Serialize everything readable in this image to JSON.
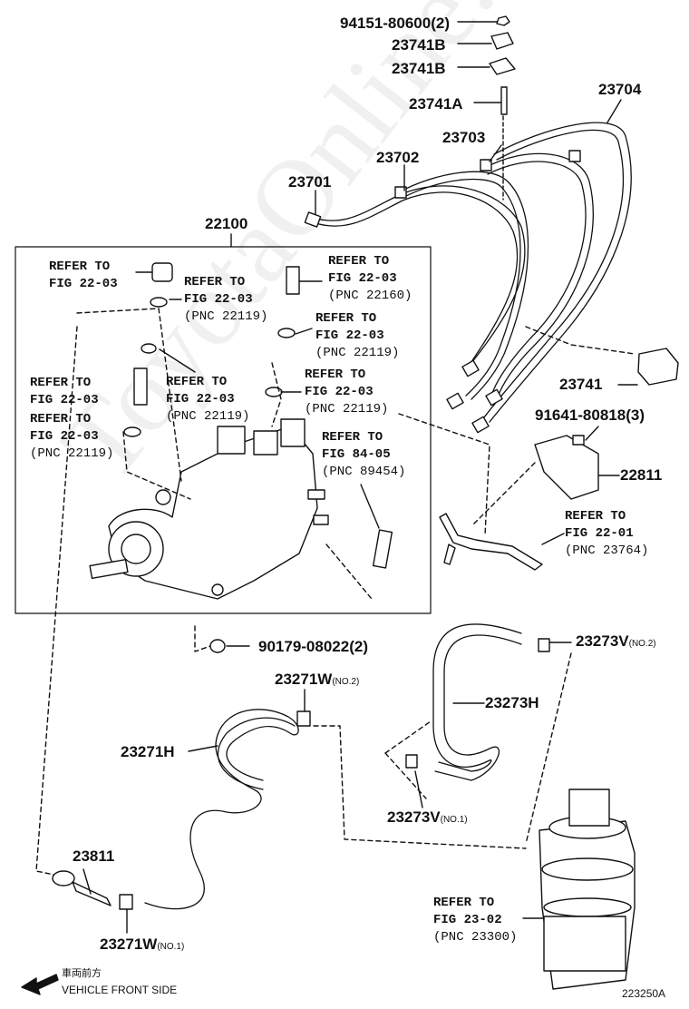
{
  "watermark": "ToyotaOnline.ru",
  "parts": {
    "p94151": "94151-80600(2)",
    "p23741b_1": "23741B",
    "p23741b_2": "23741B",
    "p23741a": "23741A",
    "p23704": "23704",
    "p23703": "23703",
    "p23702": "23702",
    "p23701": "23701",
    "p22100": "22100",
    "p23741": "23741",
    "p91641": "91641-80818(3)",
    "p22811": "22811",
    "p90179": "90179-08022(2)",
    "p23273v2": "23273V",
    "p23273v2_sub": "(NO.2)",
    "p23271w2": "23271W",
    "p23271w2_sub": "(NO.2)",
    "p23273h": "23273H",
    "p23271h": "23271H",
    "p23273v1": "23273V",
    "p23273v1_sub": "(NO.1)",
    "p23811": "23811",
    "p23271w1": "23271W",
    "p23271w1_sub": "(NO.1)"
  },
  "refs": {
    "r1": {
      "line1": "REFER TO",
      "line2": "FIG 22-03",
      "pnc": ""
    },
    "r2": {
      "line1": "REFER TO",
      "line2": "FIG 22-03",
      "pnc": "(PNC 22160)"
    },
    "r3": {
      "line1": "REFER TO",
      "line2": "FIG 22-03",
      "pnc": "(PNC 22119)"
    },
    "r4": {
      "line1": "REFER TO",
      "line2": "FIG 22-03",
      "pnc": "(PNC 22119)"
    },
    "r5": {
      "line1": "REFER TO",
      "line2": "FIG 22-03",
      "pnc": ""
    },
    "r6": {
      "line1": "REFER TO",
      "line2": "FIG 22-03",
      "pnc": "(PNC 22119)"
    },
    "r7": {
      "line1": "REFER TO",
      "line2": "FIG 22-03",
      "pnc": "(PNC 22119)"
    },
    "r8": {
      "line1": "REFER TO",
      "line2": "FIG 22-03",
      "pnc": "(PNC 22119)"
    },
    "r9": {
      "line1": "REFER TO",
      "line2": "FIG 84-05",
      "pnc": "(PNC 89454)"
    },
    "r10": {
      "line1": "REFER TO",
      "line2": "FIG 22-01",
      "pnc": "(PNC 23764)"
    },
    "r11": {
      "line1": "REFER TO",
      "line2": "FIG 23-02",
      "pnc": "(PNC 23300)"
    }
  },
  "direction": {
    "jp": "車両前方",
    "en": "VEHICLE FRONT SIDE"
  },
  "figure_id": "223250A"
}
